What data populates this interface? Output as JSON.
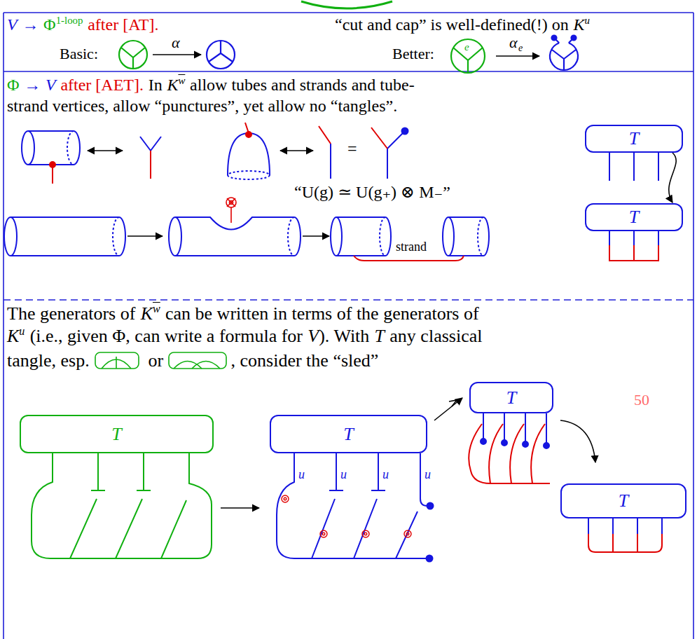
{
  "diagram": {
    "nodes": [
      {
        "text": [
          "T"
        ]
      },
      {
        "text": [
          "T"
        ]
      },
      {
        "text": [
          "T"
        ]
      },
      {
        "text": [
          "T"
        ]
      },
      {
        "text": [
          "T"
        ]
      },
      {
        "text": [
          "T"
        ]
      }
    ],
    "edges": [
      {
        "from": 0,
        "to": 1,
        "arrow": "to"
      }
    ],
    "labels": [
      "V",
      "→",
      "Φ",
      "1-loop",
      "after [AT].",
      "“cut and cap” is well-defined(!) on",
      "K",
      "u",
      "Basic:",
      "α",
      "Better:",
      "e",
      "α",
      "e",
      "Φ",
      "→",
      "V",
      "after [AET].",
      "In",
      "K",
      "w",
      "allow tubes and strands and tube-",
      "strand vertices, allow “punctures”, yet allow no “tangles”.",
      "=",
      "“U(g) ≃ U(g₊) ⊗ M₋”",
      "strand",
      "The generators of",
      "K",
      "w",
      "can be written in terms of the generators of",
      "K",
      "u",
      "(i.e., given Φ, can write a formula for",
      "V",
      "). With",
      "T",
      "any classical",
      "tangle, esp.",
      "or",
      ", consider the “sled”",
      "u",
      "u",
      "u",
      "u",
      "50"
    ]
  }
}
